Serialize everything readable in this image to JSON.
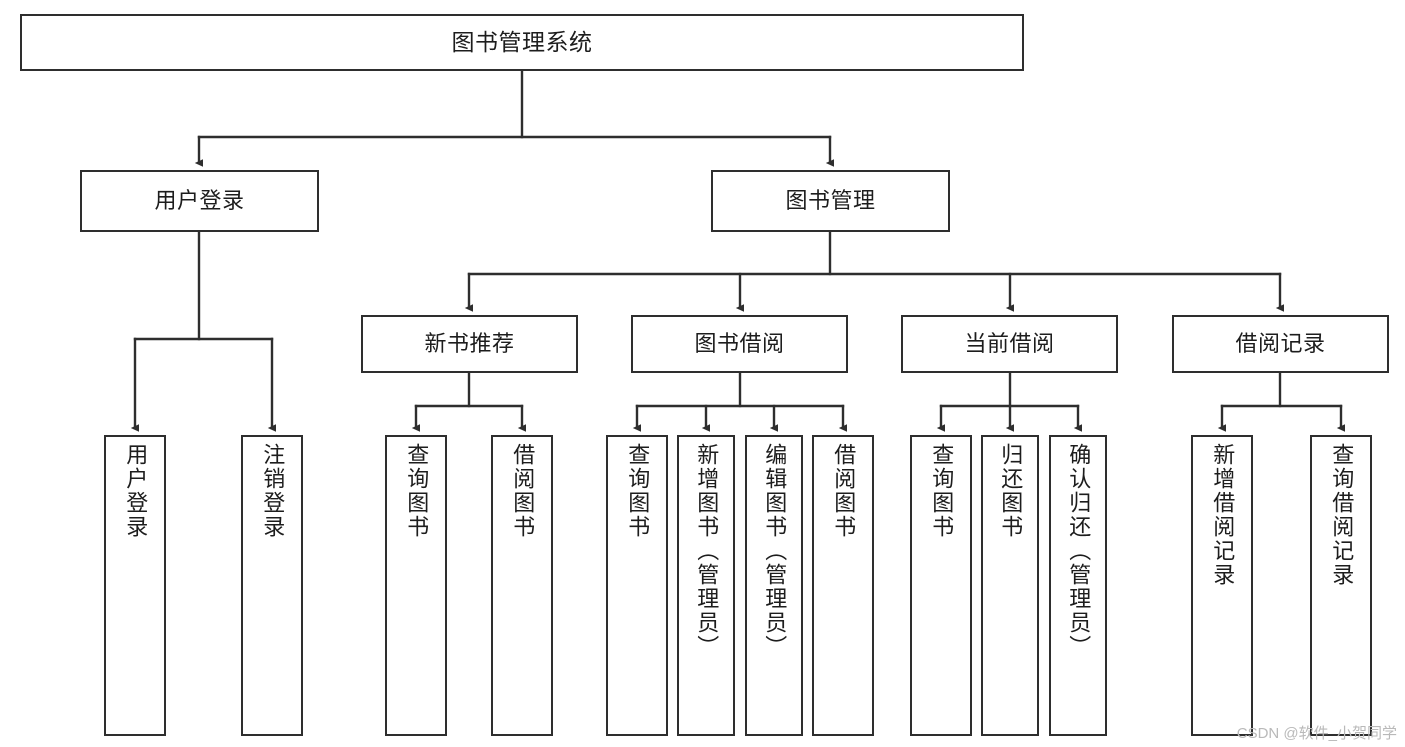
{
  "diagram": {
    "type": "tree-hierarchy-flowchart",
    "title": "图书管理系统",
    "style": {
      "background": "#ffffff",
      "box_border": "#2e2e2e",
      "box_fill": "#ffffff",
      "text_color": "#1d1d1d",
      "connector": "#2e2e2e",
      "watermark_color": "#b9b9b9"
    },
    "levels": {
      "root": {
        "id": "root",
        "label": "图书管理系统"
      },
      "level2": [
        {
          "id": "user-login",
          "label": "用户登录"
        },
        {
          "id": "book-management",
          "label": "图书管理"
        }
      ],
      "level3": [
        {
          "id": "new-book-recommend",
          "label": "新书推荐",
          "parent": "book-management"
        },
        {
          "id": "book-borrow",
          "label": "图书借阅",
          "parent": "book-management"
        },
        {
          "id": "current-borrow",
          "label": "当前借阅",
          "parent": "book-management"
        },
        {
          "id": "borrow-record",
          "label": "借阅记录",
          "parent": "book-management"
        }
      ],
      "leaves": [
        {
          "id": "leaf-user-login",
          "label": "用户登录",
          "parent": "user-login"
        },
        {
          "id": "leaf-user-logout",
          "label": "注销登录",
          "parent": "user-login"
        },
        {
          "id": "leaf-query-book-1",
          "label": "查询图书",
          "parent": "new-book-recommend"
        },
        {
          "id": "leaf-borrow-book-1",
          "label": "借阅图书",
          "parent": "new-book-recommend"
        },
        {
          "id": "leaf-query-book-2",
          "label": "查询图书",
          "parent": "book-borrow"
        },
        {
          "id": "leaf-add-book",
          "label": "新增图书（管理员）",
          "parent": "book-borrow"
        },
        {
          "id": "leaf-edit-book",
          "label": "编辑图书（管理员）",
          "parent": "book-borrow"
        },
        {
          "id": "leaf-borrow-book-2",
          "label": "借阅图书",
          "parent": "book-borrow"
        },
        {
          "id": "leaf-query-book-3",
          "label": "查询图书",
          "parent": "current-borrow"
        },
        {
          "id": "leaf-return-book",
          "label": "归还图书",
          "parent": "current-borrow"
        },
        {
          "id": "leaf-confirm-return",
          "label": "确认归还（管理员）",
          "parent": "current-borrow"
        },
        {
          "id": "leaf-add-record",
          "label": "新增借阅记录",
          "parent": "borrow-record"
        },
        {
          "id": "leaf-query-record",
          "label": "查询借阅记录",
          "parent": "borrow-record"
        }
      ]
    }
  },
  "watermark": {
    "text": "CSDN @软件_小贺同学"
  }
}
